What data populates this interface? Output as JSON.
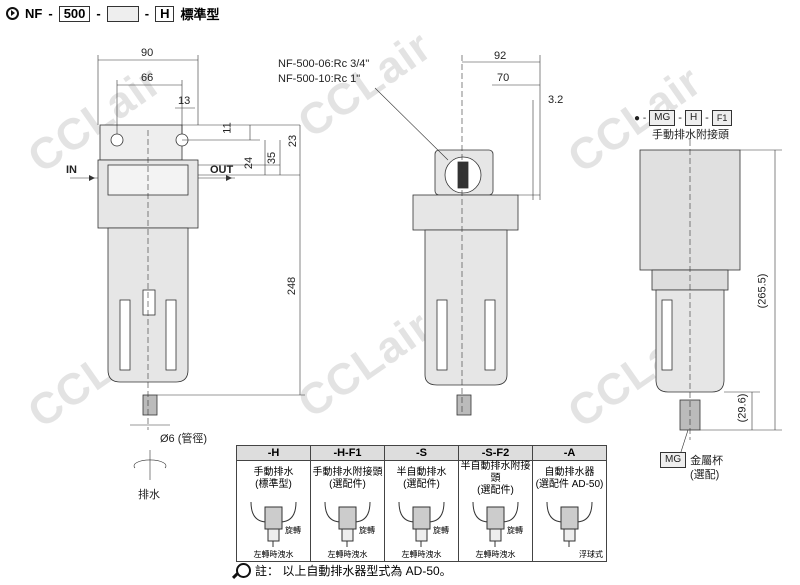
{
  "header": {
    "prefix": "NF",
    "size": "500",
    "blank": "",
    "drain": "H",
    "type_label": "標準型"
  },
  "left_view": {
    "in_label": "IN",
    "out_label": "OUT",
    "dims": [
      "90",
      "66",
      "13",
      "11",
      "23",
      "24",
      "35",
      "248"
    ],
    "port_note": "Ø6 (管徑)",
    "drain_label": "排水"
  },
  "middle_view": {
    "port_lines": [
      "NF-500-06:Rc 3/4\"",
      "NF-500-10:Rc  1\""
    ],
    "dims": [
      "92",
      "70",
      "3.2"
    ]
  },
  "right_view": {
    "code_parts": [
      "MG",
      "H",
      "F1"
    ],
    "caption": "手動排水附接頭",
    "dims": [
      "(265.5)",
      "(29.6)"
    ],
    "mg_code": "MG",
    "mg_label": "金屬杯",
    "mg_note": "(選配)"
  },
  "options": [
    {
      "code": "-H",
      "name": "手動排水",
      "note": "(標準型)",
      "caption": "左轉時洩水",
      "rotate": "旋轉"
    },
    {
      "code": "-H-F1",
      "name": "手動排水附接頭",
      "note": "(選配件)",
      "caption": "左轉時洩水",
      "rotate": "旋轉"
    },
    {
      "code": "-S",
      "name": "半自動排水",
      "note": "(選配件)",
      "caption": "左轉時洩水",
      "rotate": "旋轉"
    },
    {
      "code": "-S-F2",
      "name": "半自動排水附接頭",
      "note": "(選配件)",
      "caption": "左轉時洩水",
      "rotate": "旋轉"
    },
    {
      "code": "-A",
      "name": "自動排水器",
      "note": "(選配件 AD-50)",
      "caption": "浮球式",
      "rotate": ""
    }
  ],
  "footnote": "註： 以上自動排水器型式為 AD-50。",
  "watermark": "CCLair",
  "colors": {
    "body": "#e6e6e6",
    "line": "#333333",
    "header_bg": "#dddddd"
  }
}
